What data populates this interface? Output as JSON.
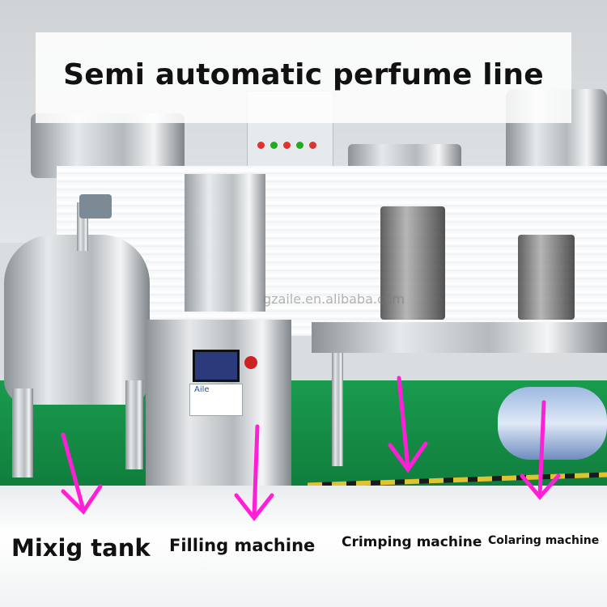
{
  "title": "Semi automatic perfume line",
  "watermark": "gzaile.en.alibaba.com",
  "brand": "Aile",
  "labels": {
    "mixing_tank": "Mixig tank",
    "filling_machine": "Filling machine",
    "crimping_machine": "Crimping machine",
    "coloring_machine": "Colaring machine"
  },
  "colors": {
    "arrow": "#ff1fd6",
    "floor": "#129447",
    "banner_text": "#111111"
  },
  "icons": [
    "arrow-down-icon"
  ]
}
